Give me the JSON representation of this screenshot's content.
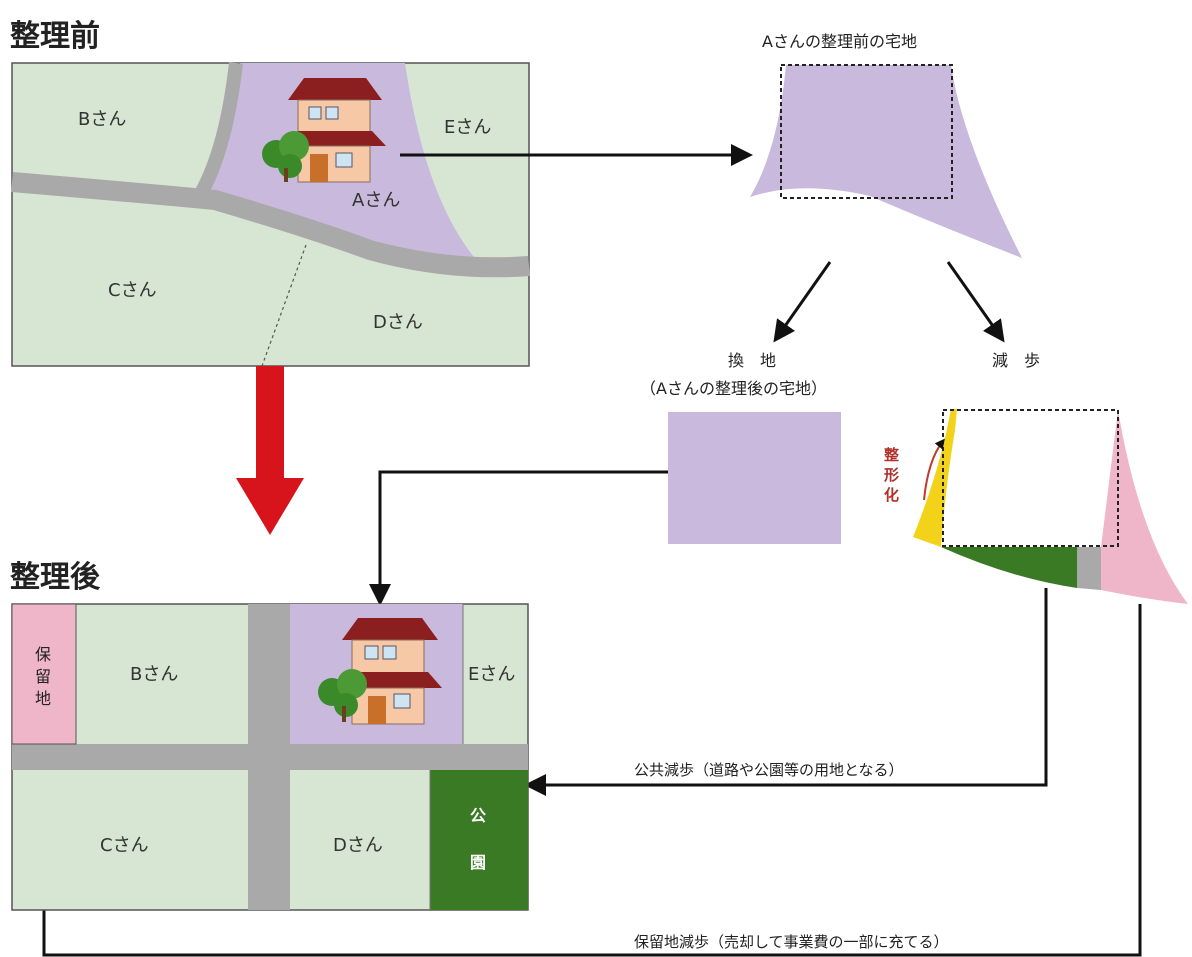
{
  "before": {
    "title": "整理前",
    "plots": {
      "b": "Bさん",
      "e": "Eさん",
      "a": "Aさん",
      "c": "Cさん",
      "d": "Dさん"
    }
  },
  "after": {
    "title": "整理後",
    "reserved_land": [
      "保",
      "留",
      "地"
    ],
    "plots": {
      "b": "Bさん",
      "e": "Eさん",
      "c": "Cさん",
      "d": "Dさん"
    },
    "park": [
      "公",
      "園"
    ]
  },
  "right": {
    "before_lot_label": "Aさんの整理前の宅地",
    "exchange_label": "換　地",
    "exchange_sub": "（Aさんの整理後の宅地）",
    "reduction_label": "減　歩",
    "reshape": [
      "整",
      "形",
      "化"
    ]
  },
  "arrows": {
    "public": "公共減歩（道路や公園等の用地となる）",
    "reserved": "保留地減歩（売却して事業費の一部に充てる）"
  },
  "colors": {
    "plot_green": "#d6e6d2",
    "owner_lavender": "#c8b9dd",
    "road_gray": "#a9a9a9",
    "park_green": "#3b7a25",
    "reserved_pink": "#efb6c9",
    "reshape_yellow": "#f3d31a",
    "big_arrow_red": "#d7141c"
  }
}
